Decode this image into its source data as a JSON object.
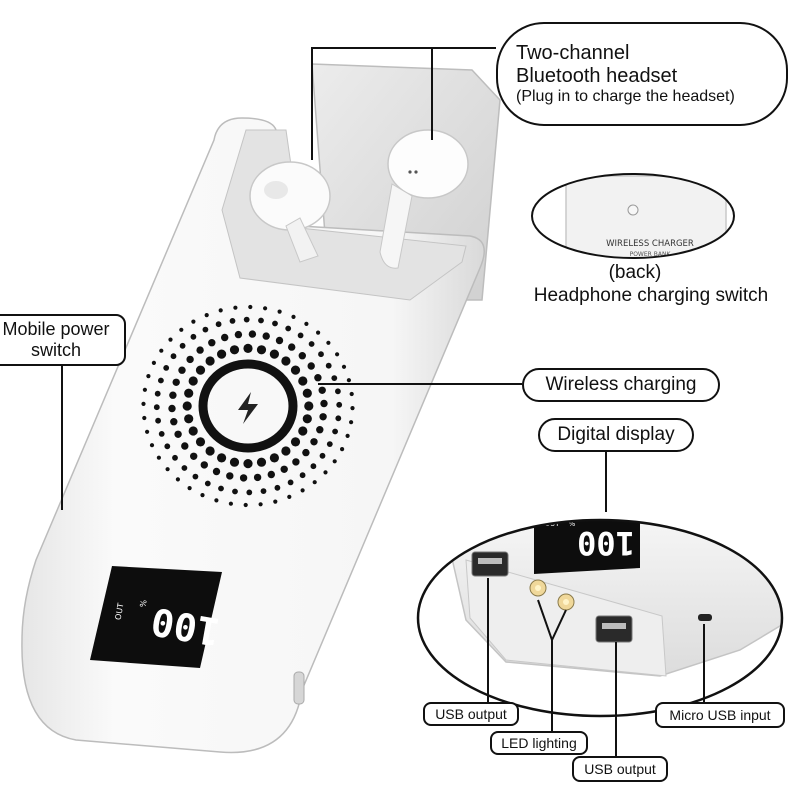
{
  "labels": {
    "headset_line1": "Two-channel",
    "headset_line2": "Bluetooth headset",
    "headset_line3": "(Plug in to charge the headset)",
    "back": "(back)",
    "headphone_switch": "Headphone charging switch",
    "back_text1": "WIRELESS CHARGER",
    "back_text2": "POWER BANK",
    "mobile_power_line1": "Mobile power",
    "mobile_power_line2": "switch",
    "wireless": "Wireless charging",
    "digital_display": "Digital display",
    "usb_output_left": "USB output",
    "led_lighting": "LED lighting",
    "usb_output_bottom": "USB output",
    "micro_usb": "Micro USB input"
  },
  "display": {
    "front_reading": "100",
    "front_out": "OUT",
    "front_percent": "%",
    "zoom_reading": "100",
    "zoom_out": "OUT",
    "zoom_percent": "%"
  },
  "icons": {
    "charge_symbol": "lightning-bolt-icon"
  },
  "colors": {
    "outline": "#111111",
    "device_body": "#f4f4f4",
    "screen": "#0d0d0d",
    "digits": "#ffffff"
  }
}
